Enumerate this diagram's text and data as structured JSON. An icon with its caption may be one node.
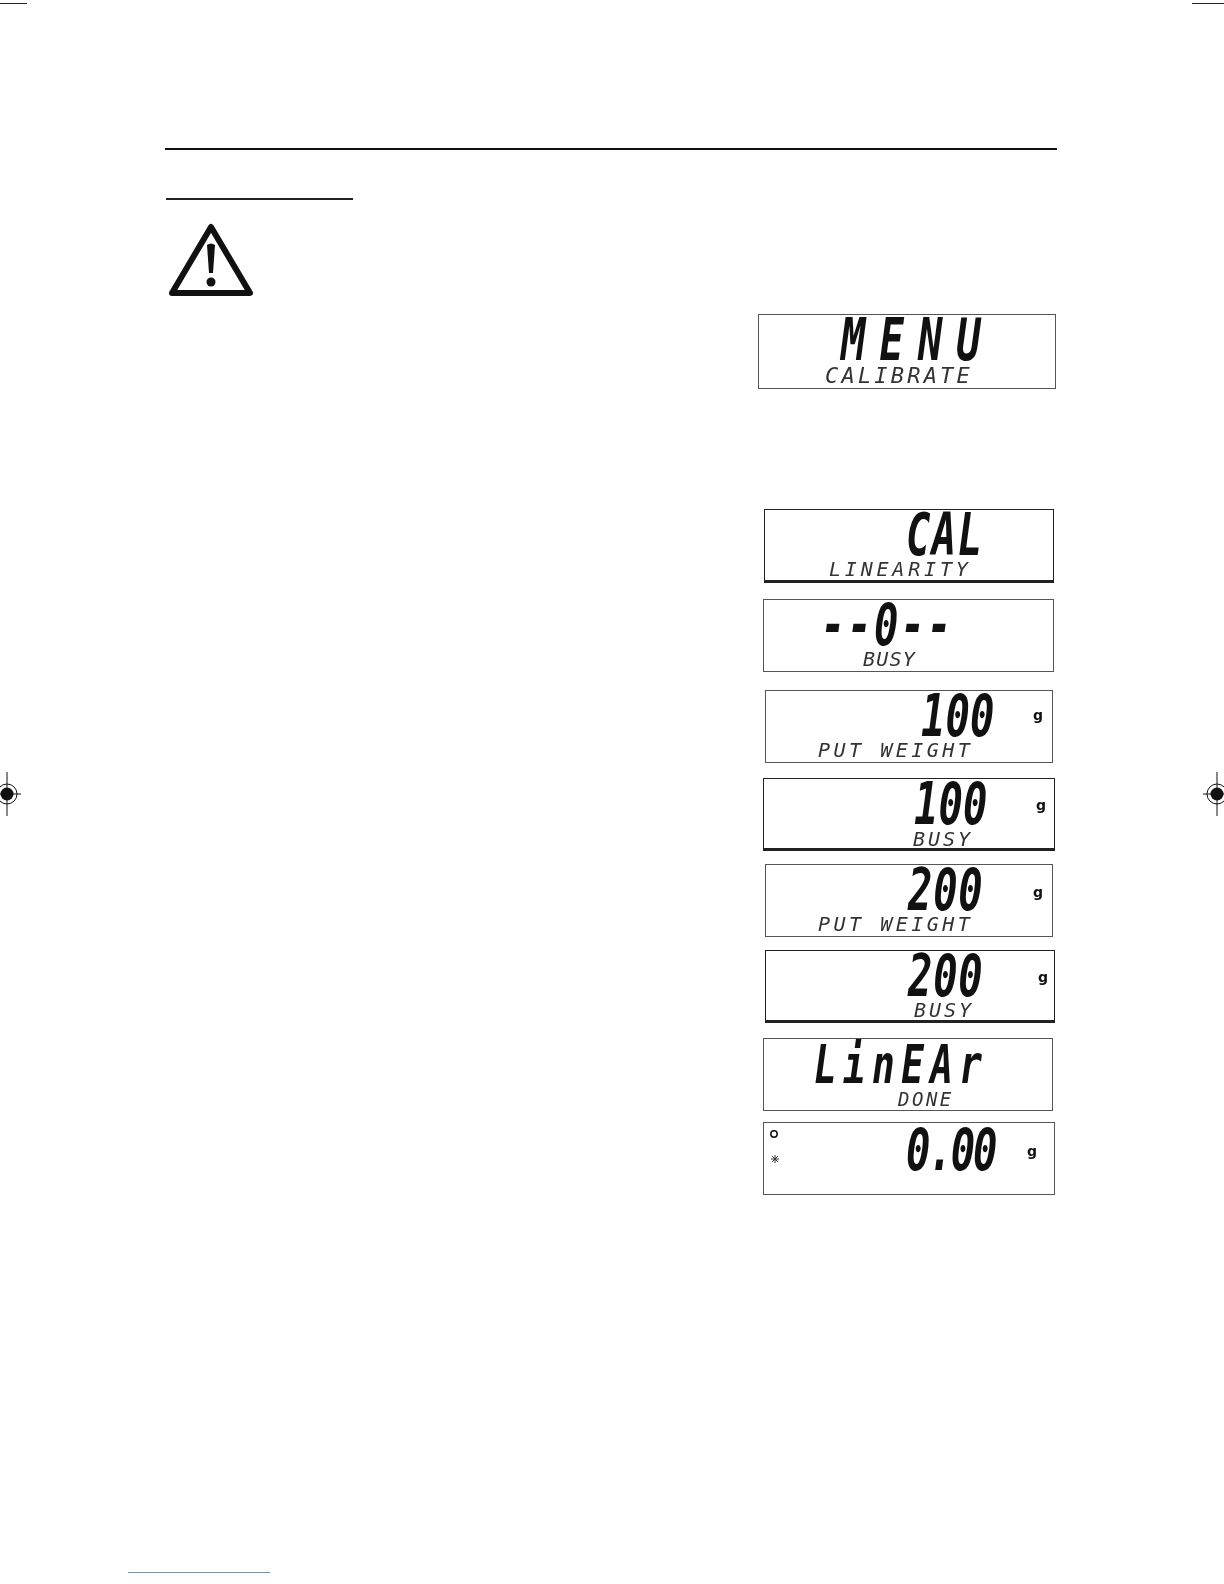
{
  "diagram": {
    "nodes": [
      {
        "text": [
          "MENU",
          "CALIBRATE"
        ]
      },
      {
        "text": [
          "CAL",
          "LINEARITY"
        ]
      },
      {
        "text": [
          "--0--",
          "BUSY"
        ]
      },
      {
        "text": [
          "100",
          "g",
          "PUT WEIGHT"
        ]
      },
      {
        "text": [
          "100",
          "g",
          "BUSY"
        ]
      },
      {
        "text": [
          "200",
          "g",
          "PUT WEIGHT"
        ]
      },
      {
        "text": [
          "200",
          "g",
          "BUSY"
        ]
      },
      {
        "text": [
          "LinEAr",
          "DONE"
        ]
      },
      {
        "text": [
          "0.00",
          "g"
        ]
      }
    ]
  }
}
